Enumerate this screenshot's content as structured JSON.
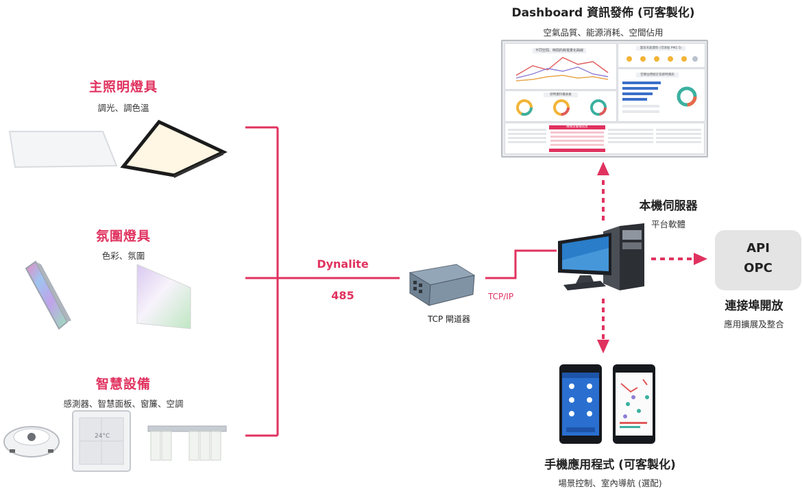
{
  "colors": {
    "accent": "#e0325f",
    "text": "#222222",
    "box": "#e4e4e4"
  },
  "left": {
    "main_lighting": {
      "title": "主照明燈具",
      "subtitle": "調光、調色溫"
    },
    "ambient_lighting": {
      "title": "氛圍燈具",
      "subtitle": "色彩、氛圍"
    },
    "smart_devices": {
      "title": "智慧設備",
      "subtitle": "感測器、智慧面板、窗簾、空調",
      "panel_display": "24°C"
    }
  },
  "bus": {
    "protocol": "Dynalite",
    "type": "485"
  },
  "gateway": {
    "label": "TCP 閘道器"
  },
  "link": {
    "label": "TCP/IP"
  },
  "server": {
    "title": "本機伺服器",
    "subtitle": "平台軟體"
  },
  "dashboard": {
    "title": "Dashboard 資訊發佈 (可客製化)",
    "subtitle": "空氣品質、能源消耗、空間佔用",
    "panels": {
      "chart_title": "不同空間、時間的耗電量化曲線",
      "weather_title": "當日天氣資料 (可添加 PM2.5)",
      "usage_title": "空間佔用統計及即時資訊",
      "energy_title": "即時資料儀表板",
      "alert_title": "故障及警報訊息"
    }
  },
  "api": {
    "line1": "API",
    "line2": "OPC",
    "title": "連接埠開放",
    "subtitle": "應用擴展及整合"
  },
  "mobile": {
    "title": "手機應用程式 (可客製化)",
    "subtitle": "場景控制、室內導航 (選配)"
  }
}
